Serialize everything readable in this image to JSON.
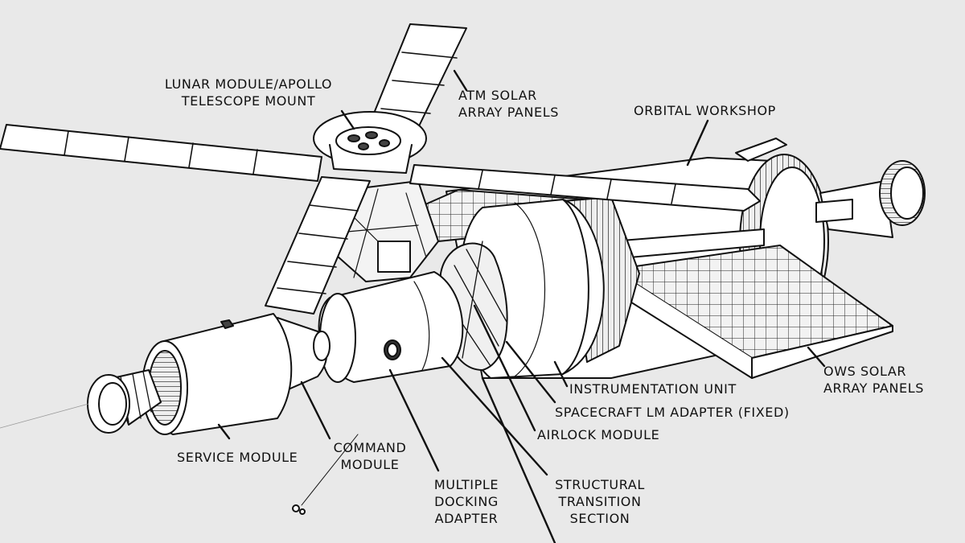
{
  "labels": {
    "lunar_module_atm": [
      "LUNAR MODULE/APOLLO",
      "TELESCOPE MOUNT"
    ],
    "atm_solar_array_panels": [
      "ATM SOLAR",
      "ARRAY PANELS"
    ],
    "orbital_workshop": [
      "ORBITAL WORKSHOP"
    ],
    "instrumentation_unit": [
      "INSTRUMENTATION UNIT"
    ],
    "ows_solar_array_panels": [
      "OWS SOLAR",
      "ARRAY PANELS"
    ],
    "spacecraft_lm_adapter": [
      "SPACECRAFT LM ADAPTER (FIXED)"
    ],
    "airlock_module": [
      "AIRLOCK MODULE"
    ],
    "service_module": [
      "SERVICE MODULE"
    ],
    "command_module": [
      "COMMAND",
      "MODULE"
    ],
    "multiple_docking_adapter": [
      "MULTIPLE",
      "DOCKING",
      "ADAPTER"
    ],
    "structural_transition_section": [
      "STRUCTURAL",
      "TRANSITION",
      "SECTION"
    ]
  },
  "colors": {
    "background": "#e9e9e9",
    "ink": "#111111",
    "fill": "#ffffff",
    "panel": "#f4f4f4"
  }
}
